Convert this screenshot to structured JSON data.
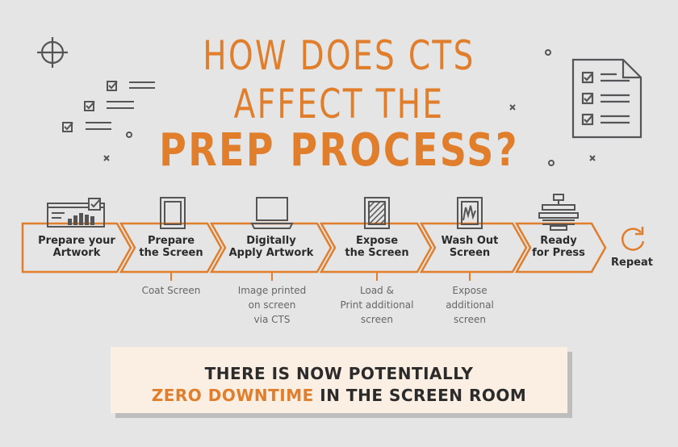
{
  "title": {
    "line1": "HOW DOES CTS",
    "line2": "AFFECT THE",
    "line3": "PREP PROCESS?"
  },
  "steps": [
    {
      "line1": "Prepare your",
      "line2": "Artwork",
      "icon": "artwork-chart-icon"
    },
    {
      "line1": "Prepare",
      "line2": "the Screen",
      "icon": "screen-frame-icon"
    },
    {
      "line1": "Digitally",
      "line2": "Apply Artwork",
      "icon": "laptop-icon"
    },
    {
      "line1": "Expose",
      "line2": "the Screen",
      "icon": "exposed-screen-icon"
    },
    {
      "line1": "Wash Out",
      "line2": "Screen",
      "icon": "washout-screen-icon"
    },
    {
      "line1": "Ready",
      "line2": "for Press",
      "icon": "press-machine-icon"
    }
  ],
  "repeat": {
    "label": "Repeat",
    "icon": "repeat-arrow-icon"
  },
  "notes": [
    {
      "lines": [
        "Coat Screen"
      ]
    },
    {
      "lines": [
        "Image printed",
        "on screen",
        "via CTS"
      ]
    },
    {
      "lines": [
        "Load &",
        "Print additional",
        "screen"
      ]
    },
    {
      "lines": [
        "Expose",
        "additional",
        "screen"
      ]
    }
  ],
  "banner": {
    "line1": "THERE IS NOW POTENTIALLY",
    "highlight": "ZERO DOWNTIME",
    "rest": " IN THE SCREEN ROOM"
  },
  "colors": {
    "accent": "#e07e2c",
    "text": "#2b2b2b",
    "background": "#e5e5e6",
    "icon": "#555555"
  }
}
